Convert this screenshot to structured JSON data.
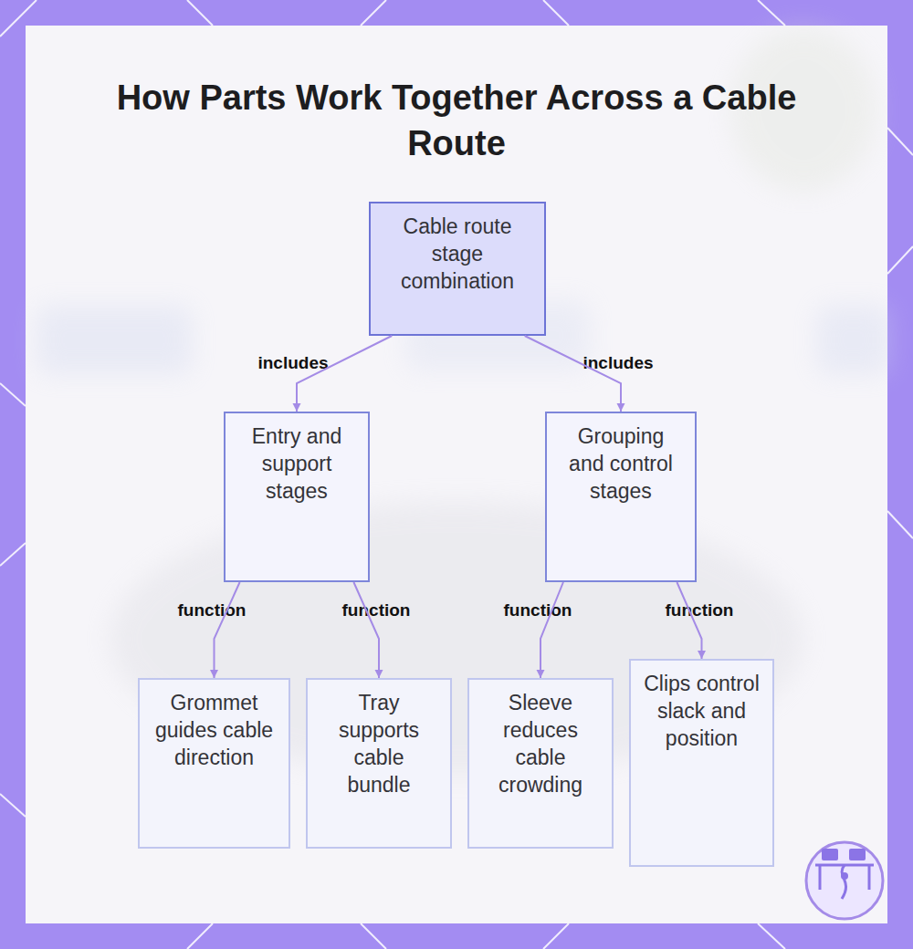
{
  "diagram": {
    "title": "How Parts Work Together Across a Cable Route",
    "nodes": [
      {
        "text": [
          "Cable route stage combination"
        ]
      },
      {
        "text": [
          "Entry and support stages"
        ]
      },
      {
        "text": [
          "Grouping and control stages"
        ]
      },
      {
        "text": [
          "Grommet guides cable direction"
        ]
      },
      {
        "text": [
          "Tray supports cable bundle"
        ]
      },
      {
        "text": [
          "Sleeve reduces cable crowding"
        ]
      },
      {
        "text": [
          "Clips control slack and position"
        ]
      }
    ],
    "edges": [
      {
        "from": 0,
        "to": 1,
        "label": "includes",
        "arrow": "to"
      },
      {
        "from": 0,
        "to": 2,
        "label": "includes",
        "arrow": "to"
      },
      {
        "from": 1,
        "to": 3,
        "label": "function",
        "arrow": "to"
      },
      {
        "from": 1,
        "to": 4,
        "label": "function",
        "arrow": "to"
      },
      {
        "from": 2,
        "to": 5,
        "label": "function",
        "arrow": "to"
      },
      {
        "from": 2,
        "to": 6,
        "label": "function",
        "arrow": "to"
      }
    ]
  }
}
